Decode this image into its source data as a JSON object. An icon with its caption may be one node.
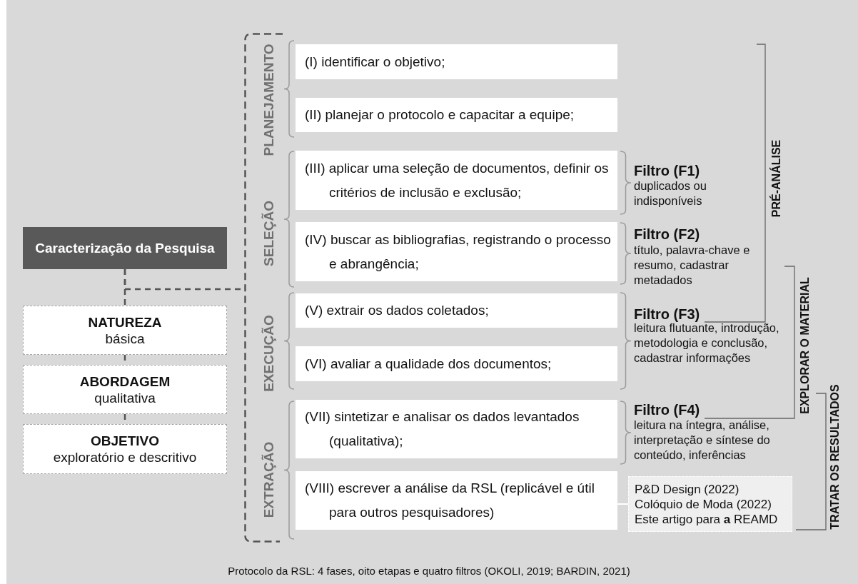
{
  "diagram": {
    "caption": "Protocolo da RSL: 4 fases, oito etapas e quatro filtros (OKOLI, 2019; BARDIN, 2021)",
    "nodes": [
      {
        "text": [
          "Caracterização da Pesquisa"
        ]
      },
      {
        "text": [
          "NATUREZA",
          "básica"
        ]
      },
      {
        "text": [
          "ABORDAGEM",
          "qualitativa"
        ]
      },
      {
        "text": [
          "OBJETIVO",
          "exploratório e descritivo"
        ]
      },
      {
        "text": [],
        "shape": "bracket"
      },
      {
        "text": [
          "(I) identificar o objetivo;"
        ]
      },
      {
        "text": [
          "(II) planejar o protocolo e capacitar a equipe;"
        ]
      },
      {
        "text": [
          "(III) aplicar uma seleção de documentos, definir os critérios de inclusão e exclusão;"
        ]
      },
      {
        "text": [
          "(IV) buscar as bibliografias, registrando o processo e abrangência;"
        ]
      },
      {
        "text": [
          "(V) extrair os dados coletados;"
        ]
      },
      {
        "text": [
          "(VI) avaliar a qualidade dos documentos;"
        ]
      },
      {
        "text": [
          "(VII) sintetizar e analisar os dados levantados (qualitativa);"
        ]
      },
      {
        "text": [
          "(VIII) escrever a análise da RSL (replicável e útil para outros pesquisadores)"
        ]
      },
      {
        "text": [
          "P&D Design (2022)",
          "Colóquio de Moda (2022)",
          "Este artigo para **a** REAMD"
        ]
      }
    ],
    "edges": [
      {
        "from": 0,
        "to": 1,
        "arrow": "none",
        "style": "dashed"
      },
      {
        "from": 1,
        "to": 2,
        "arrow": "none",
        "style": "dashed"
      },
      {
        "from": 2,
        "to": 3,
        "arrow": "none",
        "style": "dashed"
      },
      {
        "from": 0,
        "to": 4,
        "arrow": "none",
        "style": "dashed"
      },
      {
        "from": 12,
        "to": 13,
        "arrow": "none",
        "color": "#ffffff"
      }
    ],
    "labels": [
      "PLANEJAMENTO",
      "SELEÇÃO",
      "EXECUÇÃO",
      "EXTRAÇÃO",
      "PRÉ-ANÁLISE",
      "Filtro (F1)",
      "duplicados ou indisponíveis",
      "Filtro (F2)",
      "título, palavra-chave e resumo, cadastrar metadados",
      "EXPLORAR O MATERIAL",
      "Filtro (F3)",
      "leitura flutuante, introdução, metodologia e conclusão, cadastrar informações",
      "TRATAR OS RESULTADOS",
      "Filtro (F4)",
      "leitura na íntegra, análise, interpretação e síntese do conteúdo, inferências"
    ]
  }
}
